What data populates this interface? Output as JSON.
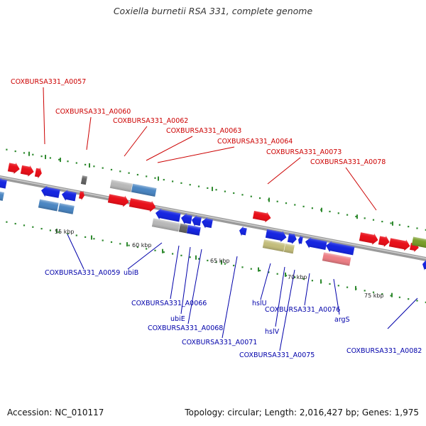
{
  "title": "Coxiella burnetii RSA 331, complete genome",
  "footer": {
    "accession": "Accession: NC_010117",
    "summary": "Topology: circular; Length: 2,016,427 bp; Genes: 1,975"
  },
  "colors": {
    "forward_label": "#cc0000",
    "reverse_label": "#0000aa",
    "red": "#e8101a",
    "blue": "#1626e0",
    "steelblue": "#4b86c2",
    "gray": "#b8b8b8",
    "darkgray": "#666666",
    "olive": "#c3bd7c",
    "pink": "#ec7f86",
    "green": "#7a9e2a",
    "backbone": "#7a7a7a",
    "tick": "#2f8a2f"
  },
  "ticks": [
    {
      "label": "55 kbp"
    },
    {
      "label": "60 kbp"
    },
    {
      "label": "65 kbp"
    },
    {
      "label": "70 kbp"
    },
    {
      "label": "75 kbp"
    }
  ],
  "labels": {
    "top": [
      "COXBURSA331_A0057",
      "COXBURSA331_A0060",
      "COXBURSA331_A0062",
      "COXBURSA331_A0063",
      "COXBURSA331_A0064",
      "COXBURSA331_A0073",
      "COXBURSA331_A0078"
    ],
    "bottom": [
      "COXBURSA331_A0059",
      "ubiB",
      "COXBURSA331_A0066",
      "ubiE",
      "COXBURSA331_A0068",
      "COXBURSA331_A0071",
      "hslU",
      "hslV",
      "70 kbp",
      "COXBURSA331_A0075",
      "COXBURSA331_A0076",
      "argS",
      "COXBURSA331_A0082"
    ]
  }
}
